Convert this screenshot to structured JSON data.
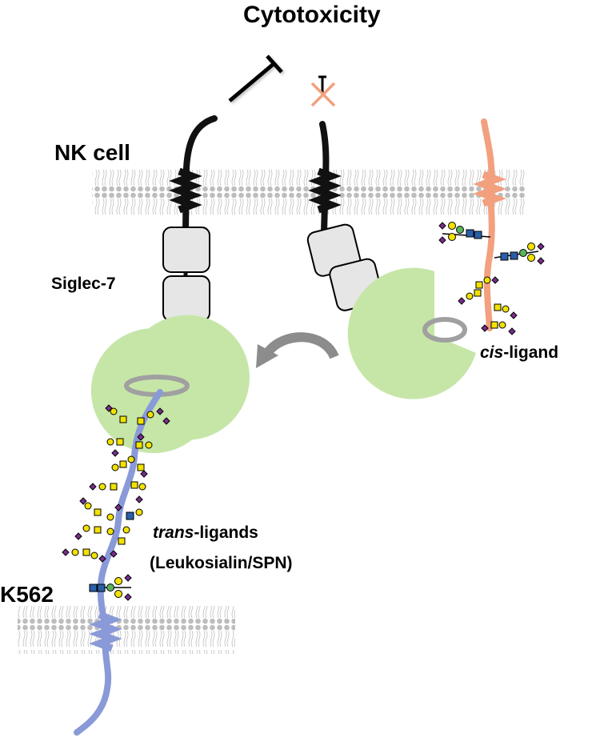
{
  "diagram": {
    "title": "Cytotoxicity",
    "nk_cell_label": "NK cell",
    "receptor_label": "Siglec-7",
    "cis_ligand": {
      "prefix": "cis",
      "suffix": "-ligand"
    },
    "trans_ligands": {
      "prefix": "trans",
      "suffix": "-ligands",
      "line2": "(Leukosialin/SPN)"
    },
    "target_cell_label": "K562"
  },
  "colors": {
    "receptor": "#111111",
    "lectin_domain": "#c6e6a8",
    "ig_domain": "#e6e6e6",
    "trans_protein": "#8a9ad8",
    "cis_protein": "#f2a07e",
    "membrane_head": "#bdbdbd",
    "sialic_acid": "#7b2d8e",
    "galactose": "#f2e200",
    "glcnac": "#2a5ea8",
    "mannose": "#5bb45b",
    "arrow_grey": "#8c8c8c",
    "inhibit_cross": "#f2a07e"
  },
  "icons": {
    "inhibit": "inhibition-bar",
    "blocked_inhibit": "cross-icon",
    "conformation_change": "curved-arrow-icon"
  }
}
